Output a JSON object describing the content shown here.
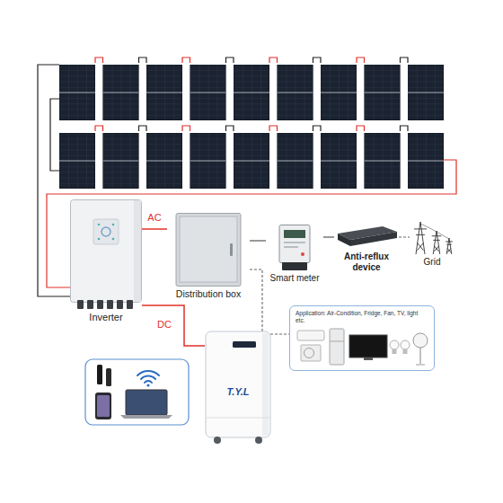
{
  "diagram": {
    "nodes": [
      {
        "text": [
          "Inverter"
        ]
      },
      {
        "text": [
          "Distribution box"
        ]
      },
      {
        "text": [
          "Smart meter"
        ]
      },
      {
        "text": [
          "Anti-reflux device"
        ]
      },
      {
        "text": [
          "Grid"
        ]
      },
      {
        "text": [
          "Application: Air-Condition, Fridge, Fan, TV, light etc."
        ]
      },
      {
        "text": [
          "T.Y.L"
        ]
      }
    ],
    "edges": [
      {
        "from": 0,
        "to": 1,
        "arrow": "none",
        "label": "AC"
      },
      {
        "from": 1,
        "to": 2,
        "arrow": "none"
      },
      {
        "from": 2,
        "to": 3,
        "arrow": "none"
      },
      {
        "from": 3,
        "to": 4,
        "arrow": "none"
      },
      {
        "from": 1,
        "to": 5,
        "arrow": "none"
      },
      {
        "from": 0,
        "to": 6,
        "arrow": "none",
        "label": "DC"
      }
    ]
  }
}
